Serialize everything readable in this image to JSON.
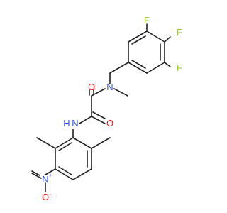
{
  "molecule": {
    "atoms": {
      "fluorine_top": {
        "symbol": "F",
        "color": "#9acd32"
      },
      "fluorine_mid": {
        "symbol": "F",
        "color": "#9acd32"
      },
      "fluorine_low": {
        "symbol": "F",
        "color": "#9acd32"
      },
      "amide_nitrogen": {
        "symbol": "N",
        "color": "#3050f8"
      },
      "amide_oxygen_upper": {
        "symbol": "O",
        "color": "#ff0d0d"
      },
      "amide_oxygen_lower": {
        "symbol": "O",
        "color": "#ff0d0d"
      },
      "nh_nitrogen": {
        "symbol": "N",
        "color": "#3050f8"
      },
      "nh_hydrogen": {
        "symbol": "H",
        "color": "#3050f8"
      },
      "nitro_nitrogen": {
        "symbol": "N",
        "color": "#3050f8"
      },
      "nitro_plus": {
        "symbol": "+",
        "color": "#3050f8"
      },
      "nitro_oxygen": {
        "symbol": "O",
        "color": "#ff0d0d"
      },
      "nitro_minus": {
        "symbol": "−",
        "color": "#ff0d0d"
      }
    }
  }
}
